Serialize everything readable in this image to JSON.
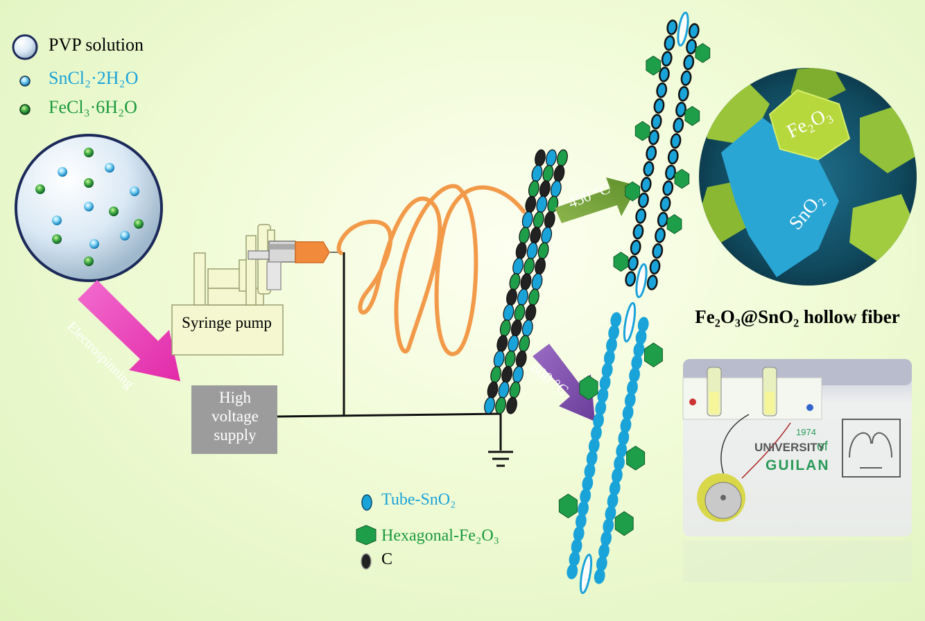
{
  "precursor_legend": [
    {
      "label": "PVP solution",
      "color": "#000000",
      "marker": "large-bubble"
    },
    {
      "label": "SnCl₂·2H₂O",
      "color": "#1aa3d9",
      "marker": "blue-bead"
    },
    {
      "label": "FeCl₃·6H₂O",
      "color": "#1a9a3c",
      "marker": "green-bead"
    }
  ],
  "process": {
    "electrospinning_label": "Electrospinning",
    "syringe_pump_label": "Syringe pump",
    "high_voltage_label": "High voltage supply",
    "anneal_low_label": "450 °C",
    "anneal_high_label": "600 °C"
  },
  "product": {
    "sem_label_fe2o3": "Fe₂O₃",
    "sem_label_sno2": "SnO₂",
    "title": "Fe₂O₃@SnO₂ hollow fiber"
  },
  "photo": {
    "university_word": "UNIVERSITY",
    "of_word": "of",
    "year": "1974",
    "name": "GUILAN"
  },
  "fiber_legend": [
    {
      "label": "Tube-SnO₂",
      "color": "#1aa3d9",
      "marker": "blue-oval"
    },
    {
      "label": "Hexagonal-Fe₂O₃",
      "color": "#1a9a3c",
      "marker": "green-hexagon"
    },
    {
      "label": "C",
      "color": "#000000",
      "marker": "black-oval"
    }
  ],
  "colors": {
    "tube_blue": "#1aa3d9",
    "hex_green": "#1f9e4a",
    "fiber_orange": "#f29a4a",
    "arrow_magenta": "#ee3fb8",
    "arrow_450": "#7aa83a",
    "arrow_600": "#7a4aa8"
  }
}
